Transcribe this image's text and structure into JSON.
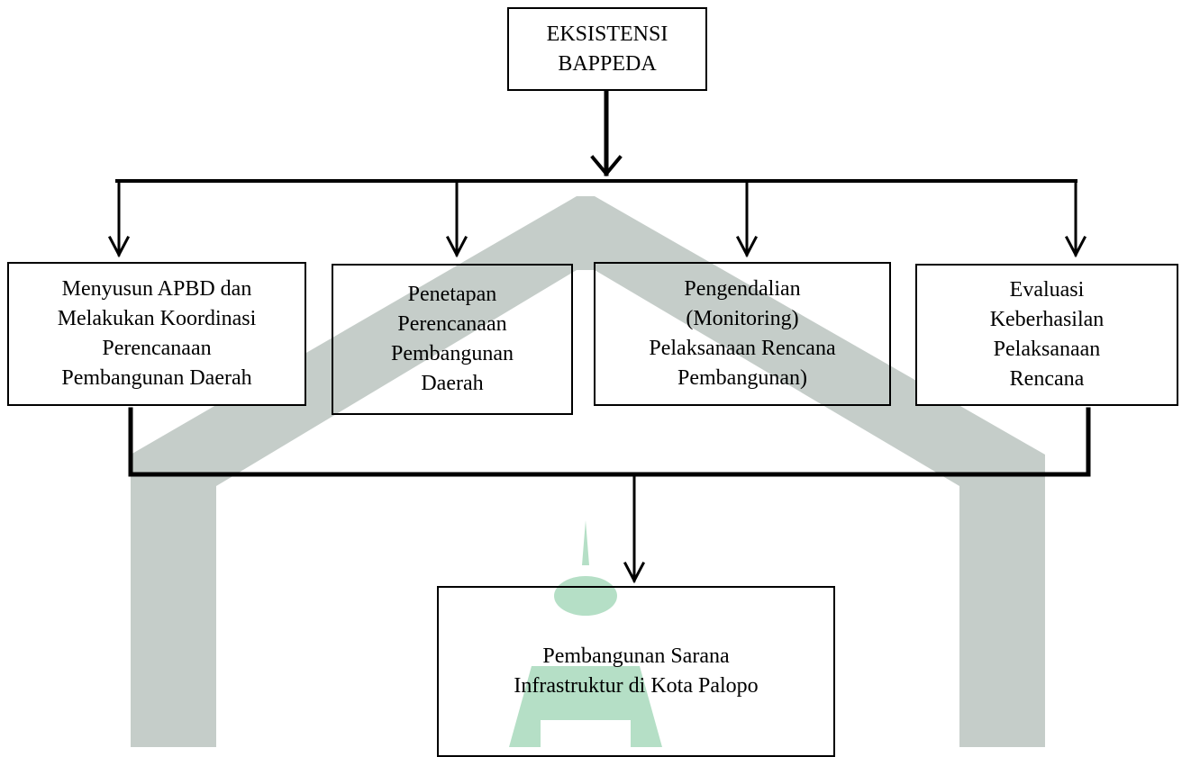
{
  "diagram": {
    "root": {
      "lines": [
        "EKSISTENSI",
        "BAPPEDA"
      ]
    },
    "functions": [
      {
        "lines": [
          "Menyusun APBD dan",
          "Melakukan Koordinasi",
          "Perencanaan",
          "Pembangunan Daerah"
        ]
      },
      {
        "lines": [
          "Penetapan",
          "Perencanaan",
          "Pembangunan",
          "Daerah"
        ]
      },
      {
        "lines": [
          "Pengendalian",
          "(Monitoring)",
          "Pelaksanaan Rencana",
          "Pembangunan)"
        ]
      },
      {
        "lines": [
          "Evaluasi",
          "Keberhasilan",
          "Pelaksanaan",
          "Rencana"
        ]
      }
    ],
    "result": {
      "lines": [
        "Pembangunan Sarana",
        "Infrastruktur di Kota Palopo"
      ]
    }
  },
  "colors": {
    "watermark_gray": "#c5cdc9",
    "watermark_green": "#b5dfc6",
    "line": "#000000"
  }
}
